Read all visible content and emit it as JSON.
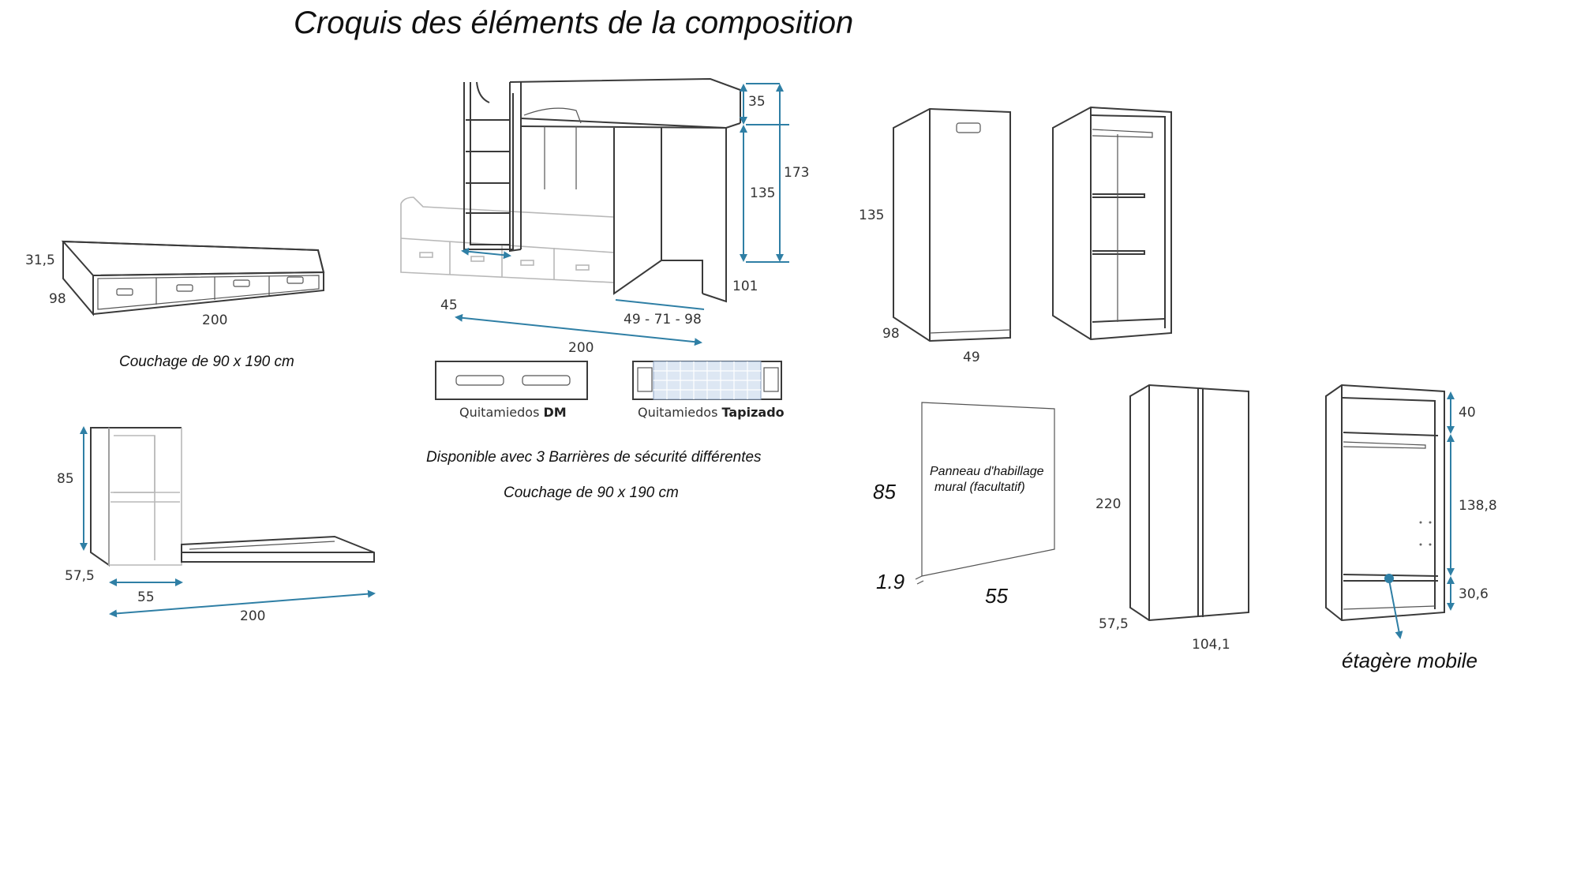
{
  "title": "Croquis des éléments de la composition",
  "trundle_bed": {
    "dim_height": "31,5",
    "dim_depth": "98",
    "dim_width": "200",
    "caption": "Couchage de 90 x 190 cm"
  },
  "bunk_bed": {
    "dim_top": "35",
    "dim_middle": "135",
    "dim_total": "173",
    "dim_depth": "101",
    "dim_ladder": "45",
    "dim_desk_options": "49 - 71 - 98",
    "dim_width": "200",
    "guard_dm_prefix": "Quitamiedos ",
    "guard_dm_name": "DM",
    "guard_tap_prefix": "Quitamiedos ",
    "guard_tap_name": "Tapizado",
    "note_barriers": "Disponible avec 3 Barrières de sécurité différentes",
    "caption": "Couchage de 90 x 190 cm"
  },
  "shelf_bed": {
    "dim_height": "85",
    "dim_depth": "57,5",
    "dim_shelf_width": "55",
    "dim_width": "200"
  },
  "single_wardrobe": {
    "dim_height": "135",
    "dim_depth": "98",
    "dim_width": "49"
  },
  "panel": {
    "label_line1": "Panneau d'habillage",
    "label_line2": "mural (facultatif)",
    "dim_height": "85",
    "dim_thickness": "1.9",
    "dim_width": "55"
  },
  "double_wardrobe": {
    "dim_height": "220",
    "dim_depth": "57,5",
    "dim_width": "104,1"
  },
  "open_wardrobe": {
    "dim_top": "40",
    "dim_middle": "138,8",
    "dim_bottom": "30,6",
    "label_mobile_shelf": "étagère mobile"
  }
}
